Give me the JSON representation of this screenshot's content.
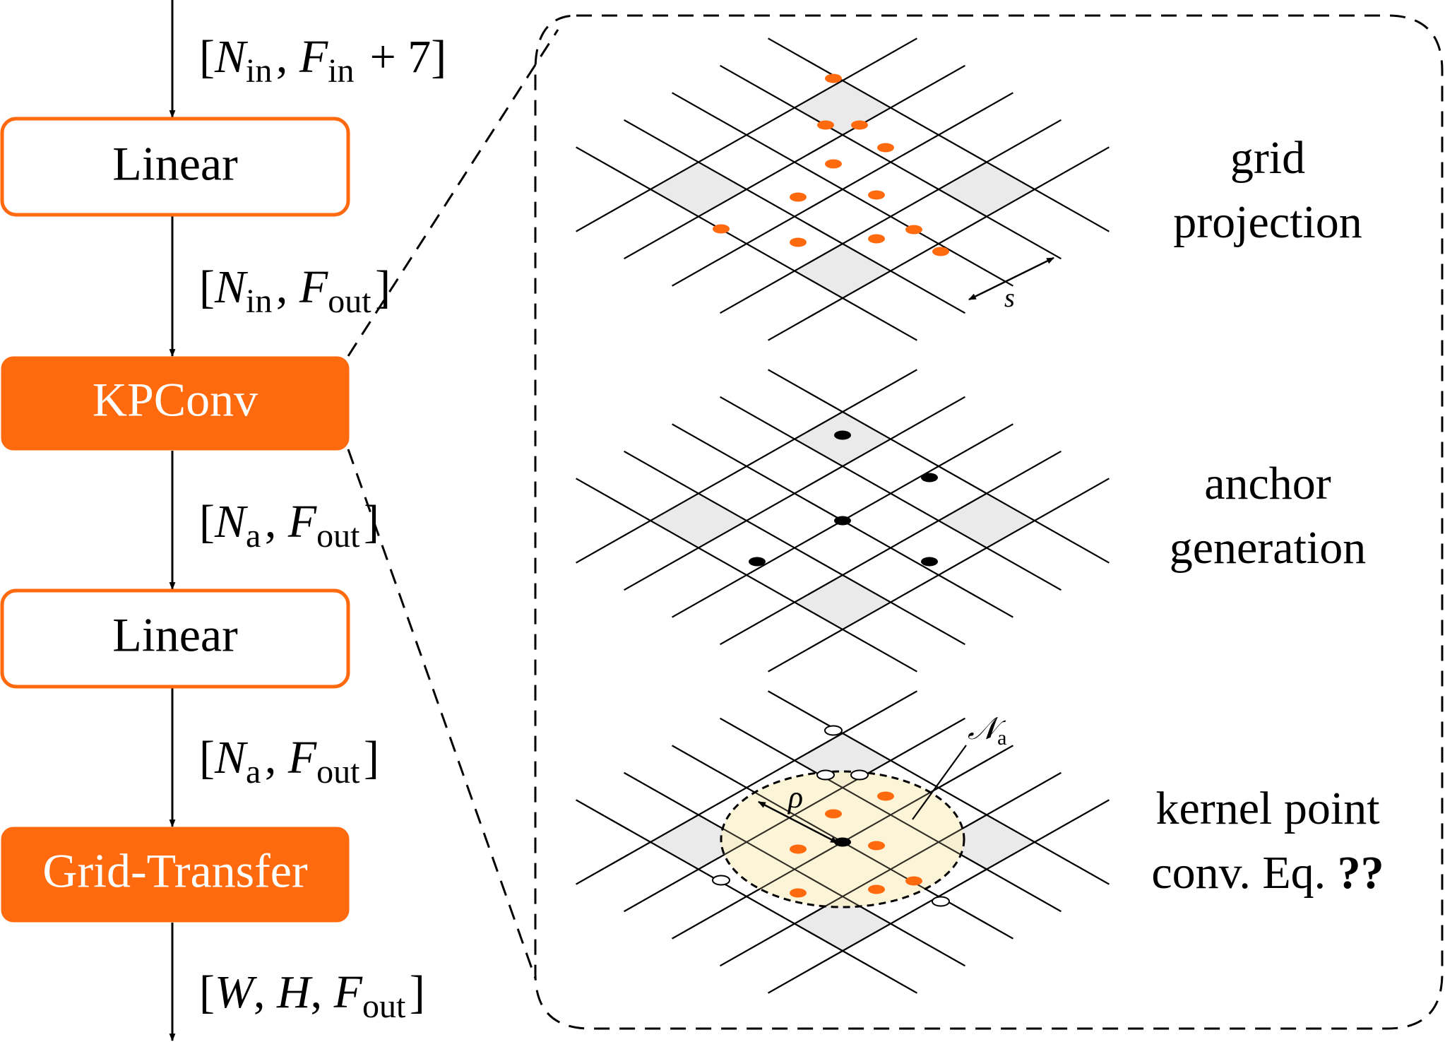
{
  "left_pipeline": {
    "blocks": [
      {
        "label": "Linear",
        "style": "outline"
      },
      {
        "label": "KPConv",
        "style": "filled"
      },
      {
        "label": "Linear",
        "style": "outline"
      },
      {
        "label": "Grid-Transfer",
        "style": "filled"
      }
    ],
    "shapes": [
      {
        "lb": "[",
        "rb": "]",
        "parts": [
          {
            "v": "N",
            "s": "in"
          },
          {
            "t": ","
          },
          {
            "v": "F",
            "s": "in"
          },
          {
            "t": "+ 7"
          }
        ]
      },
      {
        "lb": "[",
        "rb": "]",
        "parts": [
          {
            "v": "N",
            "s": "in"
          },
          {
            "t": ","
          },
          {
            "v": "F",
            "s": "out"
          }
        ]
      },
      {
        "lb": "[",
        "rb": "]",
        "parts": [
          {
            "v": "N",
            "s": "a"
          },
          {
            "t": ","
          },
          {
            "v": "F",
            "s": "out"
          }
        ]
      },
      {
        "lb": "[",
        "rb": "]",
        "parts": [
          {
            "v": "N",
            "s": "a"
          },
          {
            "t": ","
          },
          {
            "v": "F",
            "s": "out"
          }
        ]
      },
      {
        "lb": "[",
        "rb": "]",
        "parts": [
          {
            "v": "W"
          },
          {
            "t": ","
          },
          {
            "v": "H"
          },
          {
            "t": ","
          },
          {
            "v": "F",
            "s": "out"
          }
        ]
      }
    ]
  },
  "stages": [
    {
      "line1": "grid",
      "line2": "projection"
    },
    {
      "line1": "anchor",
      "line2": "generation"
    },
    {
      "line1": "kernel point",
      "line2": "conv. Eq. ",
      "ref": "??"
    }
  ],
  "annotations": {
    "spacing_symbol": "s",
    "radius_symbol": "ρ",
    "neighborhood_symbol": "𝒩",
    "neighborhood_subscript": "a"
  },
  "colors": {
    "accent_orange": "#FF6A0E",
    "cell_gray": "#EAEAEA",
    "neighborhood_fill": "#FBF0C8",
    "ink": "#000000",
    "block_text_on_filled": "#FFFFFF"
  }
}
